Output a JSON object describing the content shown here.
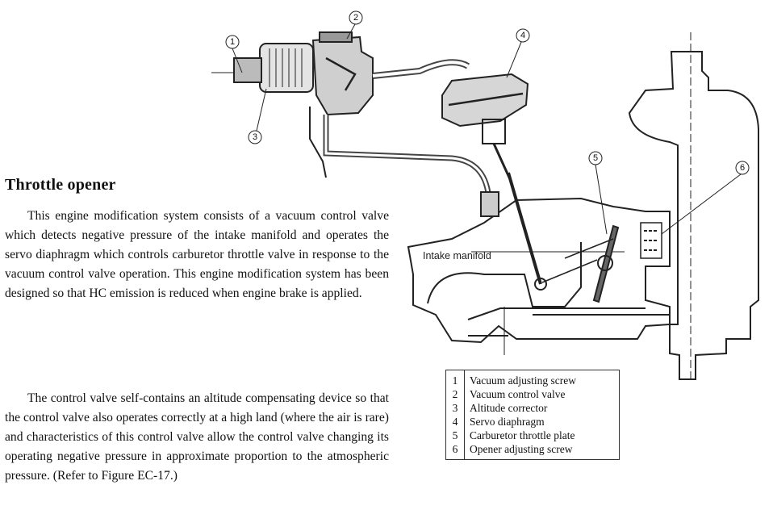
{
  "section": {
    "heading": "Throttle opener",
    "paragraph_1": "This engine modification system consists of a vacuum control valve which detects negative pressure of the intake manifold and operates the servo diaphragm which controls carburetor throttle valve in response to the vacuum control valve operation. This engine modification system has been designed so that HC emission is reduced when engine brake is applied.",
    "paragraph_2": "The control valve self-contains an altitude compensating device so that the control valve also operates correctly at a high land (where the air is rare) and characteristics of this control valve allow the control valve changing its operating negative pressure in approximate proportion to the atmospheric pressure. (Refer to Figure EC-17.)"
  },
  "figure": {
    "intake_label": "Intake manifold",
    "callouts": [
      "1",
      "2",
      "3",
      "4",
      "5",
      "6"
    ],
    "legend": [
      {
        "num": "1",
        "label": "Vacuum adjusting screw"
      },
      {
        "num": "2",
        "label": "Vacuum control valve"
      },
      {
        "num": "3",
        "label": "Altitude corrector"
      },
      {
        "num": "4",
        "label": "Servo diaphragm"
      },
      {
        "num": "5",
        "label": "Carburetor throttle plate"
      },
      {
        "num": "6",
        "label": "Opener adjusting screw"
      }
    ]
  }
}
